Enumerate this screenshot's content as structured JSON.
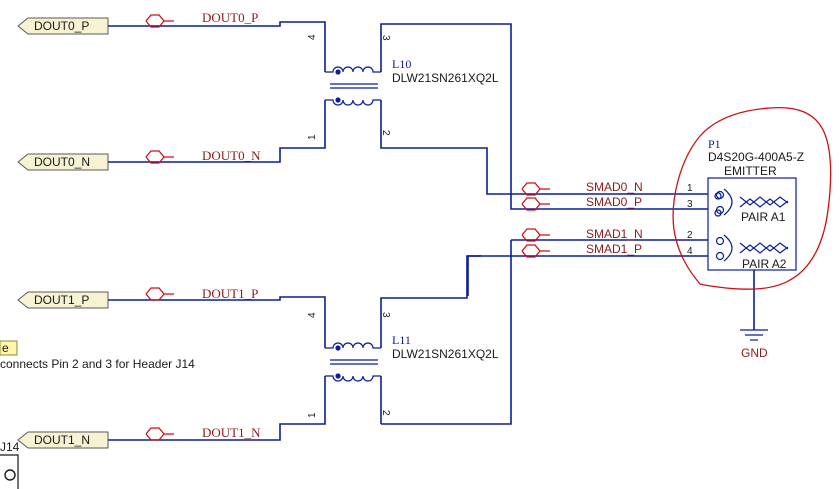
{
  "ports": {
    "dout0_p": "DOUT0_P",
    "dout0_n": "DOUT0_N",
    "dout1_p": "DOUT1_P",
    "dout1_n": "DOUT1_N"
  },
  "nets": {
    "dout0_p": "DOUT0_P",
    "dout0_n": "DOUT0_N",
    "dout1_p": "DOUT1_P",
    "dout1_n": "DOUT1_N",
    "smad0_n": "SMAD0_N",
    "smad0_p": "SMAD0_P",
    "smad1_n": "SMAD1_N",
    "smad1_p": "SMAD1_P"
  },
  "components": {
    "l10": {
      "designator": "L10",
      "part": "DLW21SN261XQ2L",
      "pins": [
        "4",
        "3",
        "1",
        "2"
      ]
    },
    "l11": {
      "designator": "L11",
      "part": "DLW21SN261XQ2L",
      "pins": [
        "4",
        "3",
        "1",
        "2"
      ]
    },
    "p1": {
      "designator": "P1",
      "part": "D4S20G-400A5-Z",
      "header": "EMITTER",
      "pair_a1": "PAIR A1",
      "pair_a2": "PAIR A2",
      "pins": [
        "1",
        "3",
        "2",
        "4"
      ]
    }
  },
  "gnd": "GND",
  "note": {
    "badge": "e",
    "text": "connects Pin 2 and 3 for Header J14",
    "ref": "J14"
  },
  "colors": {
    "wire": "#0a1f96",
    "net_label": "#8b1a1a",
    "highlight": "#cc1111",
    "port_fill": "#f7f2d2"
  }
}
